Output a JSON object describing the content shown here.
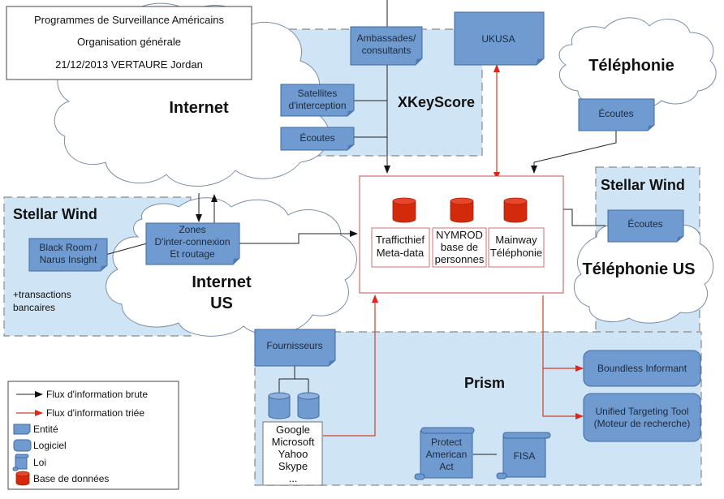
{
  "title_box": {
    "line1": "Programmes de Surveillance Américains",
    "line2": "Organisation générale",
    "line3": "21/12/2013 VERTAURE Jordan"
  },
  "clouds": {
    "internet": "Internet",
    "internet_us_1": "Internet",
    "internet_us_2": "US",
    "telephonie": "Téléphonie",
    "telephonie_us": "Téléphonie US"
  },
  "zones": {
    "xkeyscore": "XKeyScore",
    "stellar_wind_left": "Stellar Wind",
    "stellar_wind_right": "Stellar Wind",
    "prism": "Prism",
    "stellar_note_1": "+transactions",
    "stellar_note_2": "bancaires"
  },
  "entities": {
    "ambassades_1": "Ambassades/",
    "ambassades_2": "consultants",
    "ukusa": "UKUSA",
    "satellites_1": "Satellites",
    "satellites_2": "d'interception",
    "ecoutes_xks": "Écoutes",
    "ecoutes_tel": "Écoutes",
    "ecoutes_tel_us": "Écoutes",
    "zones_1": "Zones",
    "zones_2": "D'inter-connexion",
    "zones_3": "Et routage",
    "blackroom_1": "Black Room /",
    "blackroom_2": "Narus Insight",
    "fournisseurs": "Fournisseurs"
  },
  "databases": {
    "trafficthief_1": "Trafficthief",
    "trafficthief_2": "Meta-data",
    "nymrod_1": "NYMROD",
    "nymrod_2": "base de",
    "nymrod_3": "personnes",
    "mainway_1": "Mainway",
    "mainway_2": "Téléphonie"
  },
  "providers": [
    "Google",
    "Microsoft",
    "Yahoo",
    "Skype",
    "..."
  ],
  "software": {
    "boundless": "Boundless Informant",
    "utt_1": "Unified Targeting Tool",
    "utt_2": "(Moteur de recherche)"
  },
  "laws": {
    "protect_1": "Protect",
    "protect_2": "American",
    "protect_3": "Act",
    "fisa": "FISA"
  },
  "legend": {
    "raw_flow": "Flux d'information brute",
    "sorted_flow": "Flux d'information triée",
    "entity": "Entité",
    "software": "Logiciel",
    "law": "Loi",
    "database": "Base de données"
  },
  "colors": {
    "entity_blue": "#6f9bd1",
    "zone_blue": "#cfe4f4",
    "database_red": "#d42a0c",
    "sorted_flow_red": "#d04028",
    "raw_flow_black": "#222222"
  }
}
